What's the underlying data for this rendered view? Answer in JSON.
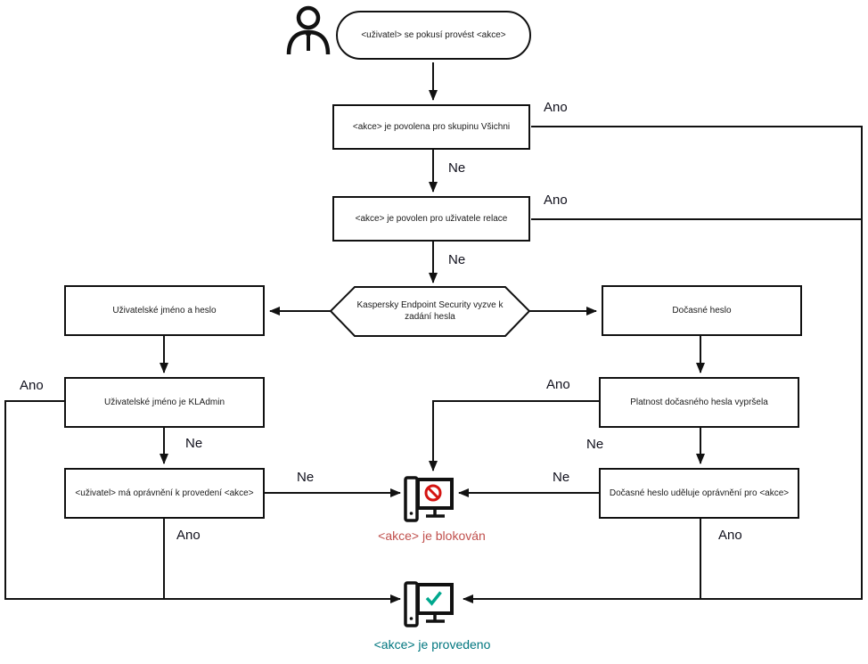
{
  "diagram": {
    "type": "flowchart",
    "language": "cs",
    "colors": {
      "line": "#111111",
      "node_border": "#111111",
      "node_text": "#1a1a1a",
      "edge_label_text": "#10101c",
      "blocked_text": "#c0504d",
      "blocked_symbol": "#d41411",
      "success_text": "#00767f",
      "success_symbol": "#00a88e"
    },
    "nodes": {
      "start": "<uživatel> se pokusí provést <akce>",
      "allowed_group": "<akce> je povolena pro skupinu Všichni",
      "allowed_session": "<akce> je povolen pro uživatele relace",
      "prompt": "Kaspersky Endpoint Security vyzve k zadání hesla",
      "username_password": "Uživatelské jméno a heslo",
      "temp_password": "Dočasné heslo",
      "username_kladmin": "Uživatelské jméno je KLAdmin",
      "user_has_permission": "<uživatel> má oprávnění k provedení <akce>",
      "temp_expired": "Platnost dočasného hesla vypršela",
      "temp_grants": "Dočasné heslo uděluje oprávnění pro <akce>"
    },
    "edges": [
      {
        "from": "start",
        "to": "allowed_group",
        "label": ""
      },
      {
        "from": "allowed_group",
        "to": "done",
        "label": "Ano"
      },
      {
        "from": "allowed_group",
        "to": "allowed_session",
        "label": "Ne"
      },
      {
        "from": "allowed_session",
        "to": "done",
        "label": "Ano"
      },
      {
        "from": "allowed_session",
        "to": "prompt",
        "label": "Ne"
      },
      {
        "from": "prompt",
        "to": "username_password",
        "label": ""
      },
      {
        "from": "prompt",
        "to": "temp_password",
        "label": ""
      },
      {
        "from": "username_password",
        "to": "username_kladmin",
        "label": ""
      },
      {
        "from": "username_kladmin",
        "to": "done",
        "label": "Ano"
      },
      {
        "from": "username_kladmin",
        "to": "user_has_permission",
        "label": "Ne"
      },
      {
        "from": "user_has_permission",
        "to": "blocked",
        "label": "Ne"
      },
      {
        "from": "user_has_permission",
        "to": "done",
        "label": "Ano"
      },
      {
        "from": "temp_password",
        "to": "temp_expired",
        "label": ""
      },
      {
        "from": "temp_expired",
        "to": "blocked",
        "label": "Ano"
      },
      {
        "from": "temp_expired",
        "to": "temp_grants",
        "label": "Ne"
      },
      {
        "from": "temp_grants",
        "to": "blocked",
        "label": "Ne"
      },
      {
        "from": "temp_grants",
        "to": "done",
        "label": "Ano"
      }
    ],
    "results": {
      "blocked": "<akce> je blokován",
      "done": "<akce> je provedeno"
    },
    "icons": [
      "person-icon",
      "blocked-computer-icon",
      "success-computer-icon"
    ]
  }
}
